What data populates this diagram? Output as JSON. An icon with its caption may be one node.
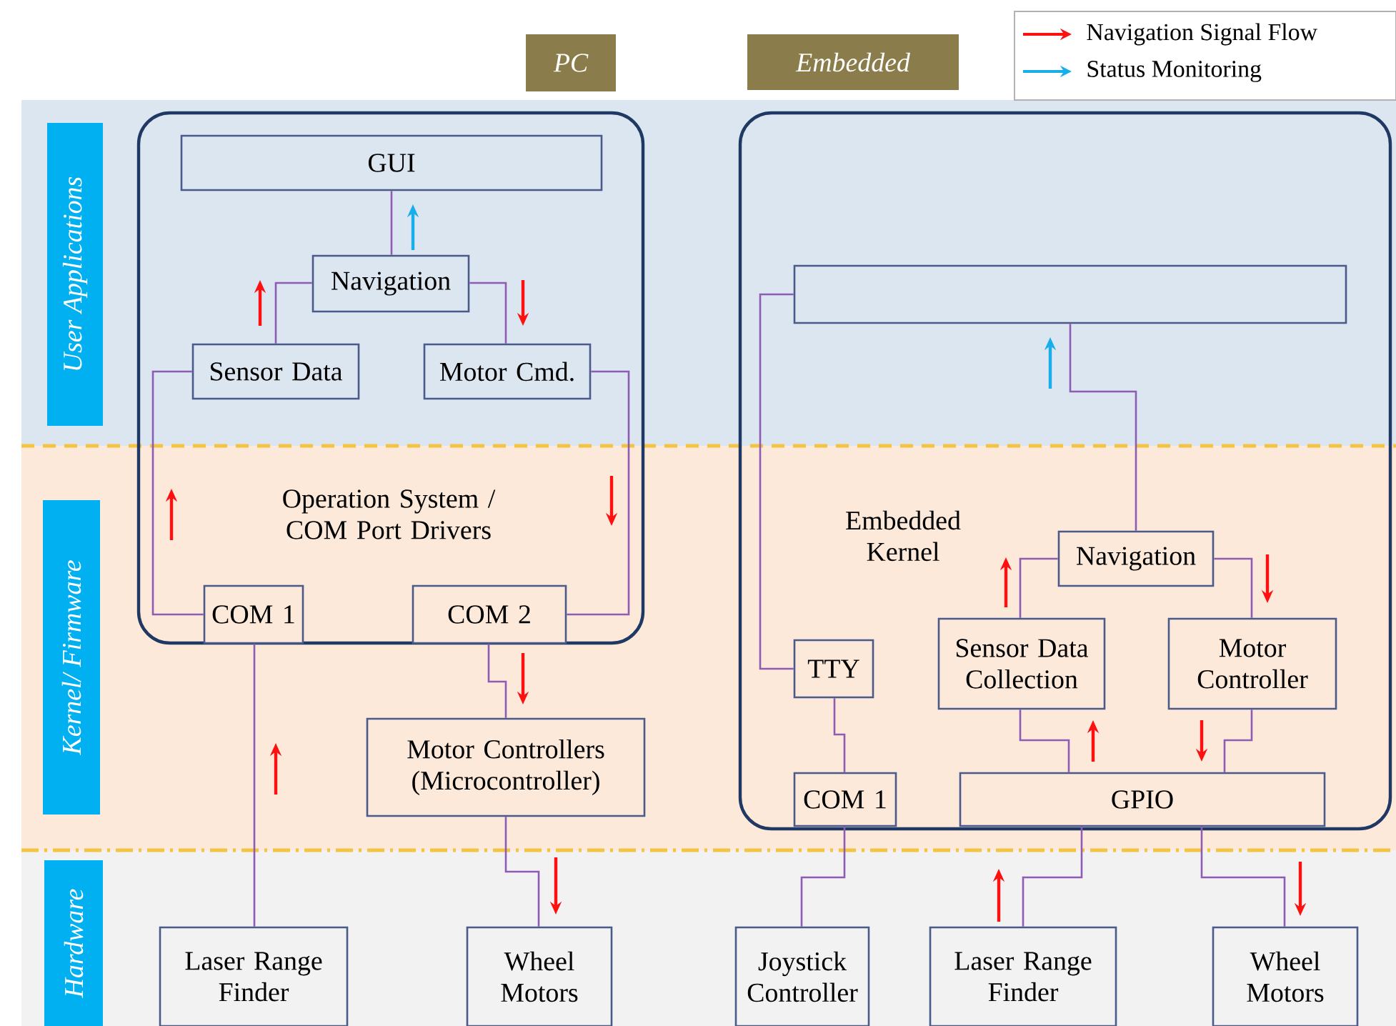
{
  "diagram": {
    "nodes": [
      {
        "text": [
          "PC"
        ]
      },
      {
        "text": [
          "Embedded"
        ]
      },
      {
        "text": [
          "User Applications"
        ]
      },
      {
        "text": [
          "Kernel/ Firmware"
        ]
      },
      {
        "text": [
          "Hardware"
        ]
      },
      {
        "text": [
          "Operation System / COM Port Drivers"
        ]
      },
      {
        "text": [
          "GUI"
        ],
        "in": 5
      },
      {
        "text": [
          "Navigation"
        ],
        "in": 5
      },
      {
        "text": [
          "Sensor Data"
        ],
        "in": 5
      },
      {
        "text": [
          "Motor Cmd."
        ],
        "in": 5
      },
      {
        "text": [
          "COM 1"
        ],
        "in": 5
      },
      {
        "text": [
          "COM 2"
        ],
        "in": 5
      },
      {
        "text": [
          "Motor Controllers (Microcontroller)"
        ]
      },
      {
        "text": [
          "Laser Range Finder"
        ]
      },
      {
        "text": [
          "Wheel Motors"
        ]
      },
      {
        "text": [
          "Embedded Kernel"
        ]
      },
      {
        "text": [],
        "shape": "box",
        "in": 15
      },
      {
        "text": [
          "Navigation"
        ],
        "in": 15
      },
      {
        "text": [
          "Sensor Data Collection"
        ],
        "in": 15
      },
      {
        "text": [
          "Motor Controller"
        ],
        "in": 15
      },
      {
        "text": [
          "TTY"
        ],
        "in": 15
      },
      {
        "text": [
          "COM 1"
        ],
        "in": 15
      },
      {
        "text": [
          "GPIO"
        ],
        "in": 15
      },
      {
        "text": [
          "Joystick Controller"
        ]
      },
      {
        "text": [
          "Laser Range Finder"
        ]
      },
      {
        "text": [
          "Wheel Motors"
        ]
      }
    ],
    "edges": [
      {
        "from": 6,
        "to": 7,
        "arrow": "none"
      },
      {
        "from": 7,
        "to": 8,
        "arrow": "none"
      },
      {
        "from": 7,
        "to": 9,
        "arrow": "none"
      },
      {
        "from": 8,
        "to": 10,
        "arrow": "none"
      },
      {
        "from": 9,
        "to": 11,
        "arrow": "none"
      },
      {
        "from": 11,
        "to": 12,
        "arrow": "none"
      },
      {
        "from": 10,
        "to": 13,
        "arrow": "none"
      },
      {
        "from": 12,
        "to": 14,
        "arrow": "none"
      },
      {
        "from": 16,
        "to": 17,
        "arrow": "none"
      },
      {
        "from": 16,
        "to": 20,
        "arrow": "none"
      },
      {
        "from": 17,
        "to": 18,
        "arrow": "none"
      },
      {
        "from": 17,
        "to": 19,
        "arrow": "none"
      },
      {
        "from": 18,
        "to": 22,
        "arrow": "none"
      },
      {
        "from": 19,
        "to": 22,
        "arrow": "none"
      },
      {
        "from": 20,
        "to": 21,
        "arrow": "none"
      },
      {
        "from": 21,
        "to": 23,
        "arrow": "none"
      },
      {
        "from": 22,
        "to": 24,
        "arrow": "none"
      },
      {
        "from": 22,
        "to": 25,
        "arrow": "none"
      }
    ],
    "legend": [
      {
        "text": "Navigation Signal Flow"
      },
      {
        "text": "Status Monitoring"
      }
    ]
  }
}
